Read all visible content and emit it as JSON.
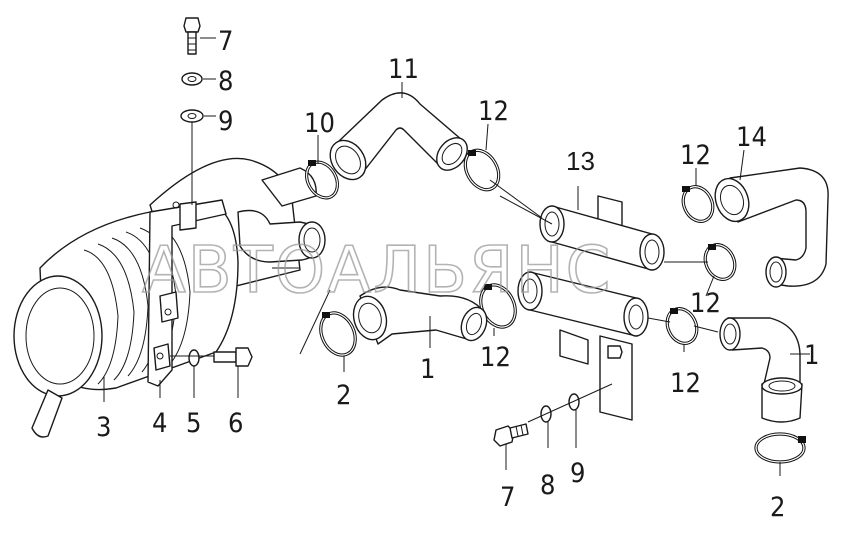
{
  "watermark": "АВТОАЛЬЯНС",
  "labels": {
    "n1a": "1",
    "n1b": "1",
    "n2a": "2",
    "n2b": "2",
    "n3": "3",
    "n4": "4",
    "n5": "5",
    "n6": "6",
    "n7a": "7",
    "n7b": "7",
    "n8a": "8",
    "n8b": "8",
    "n9a": "9",
    "n9b": "9",
    "n10": "10",
    "n11": "11",
    "n12a": "12",
    "n12b": "12",
    "n12c": "12",
    "n12d": "12",
    "n12e": "12",
    "n13": "13",
    "n14": "14"
  }
}
